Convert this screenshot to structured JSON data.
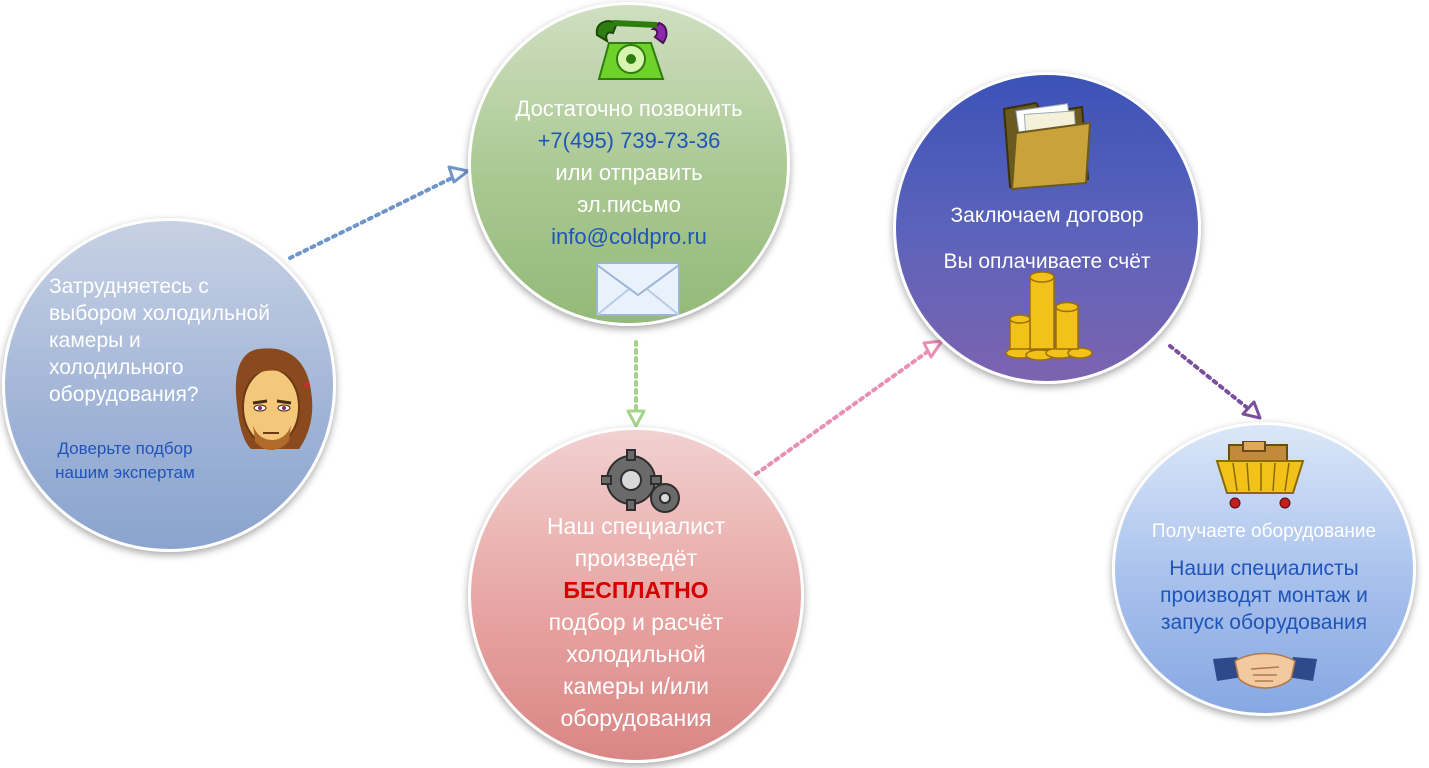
{
  "circles": {
    "c1": {
      "question": [
        "Затрудняетесь с",
        "выбором холодильной",
        "камеры и",
        "холодильного",
        "оборудования?"
      ],
      "advice": [
        "Доверьте подбор",
        "нашим экспертам"
      ]
    },
    "c2": {
      "line1": "Достаточно позвонить",
      "phone": "+7(495) 739-73-36",
      "line3": "или отправить",
      "line4": "эл.письмо",
      "email": "info@coldpro.ru"
    },
    "c3": {
      "line1": "Наш специалист",
      "line2": "произведёт",
      "highlight": "БЕСПЛАТНО",
      "rest": [
        "подбор и расчёт",
        "холодильной",
        "камеры и/или",
        "оборудования"
      ]
    },
    "c4": {
      "line1": "Заключаем договор",
      "line2": "Вы оплачиваете счёт"
    },
    "c5": {
      "line1": "Получаете оборудование",
      "rest": [
        "Наши специалисты",
        "производят монтаж и",
        "запуск оборудования"
      ]
    }
  },
  "colors": {
    "link_blue": "#1f55b8",
    "highlight_red": "#d40000",
    "arrow_blue": "#6f95c9",
    "arrow_green": "#a6d38a",
    "arrow_pink": "#e98fb4",
    "arrow_purple": "#7a4f9c"
  },
  "icons": [
    "telephone-icon",
    "envelope-icon",
    "gear-icon",
    "folder-icon",
    "coins-icon",
    "basket-icon",
    "handshake-icon",
    "person-icon"
  ]
}
